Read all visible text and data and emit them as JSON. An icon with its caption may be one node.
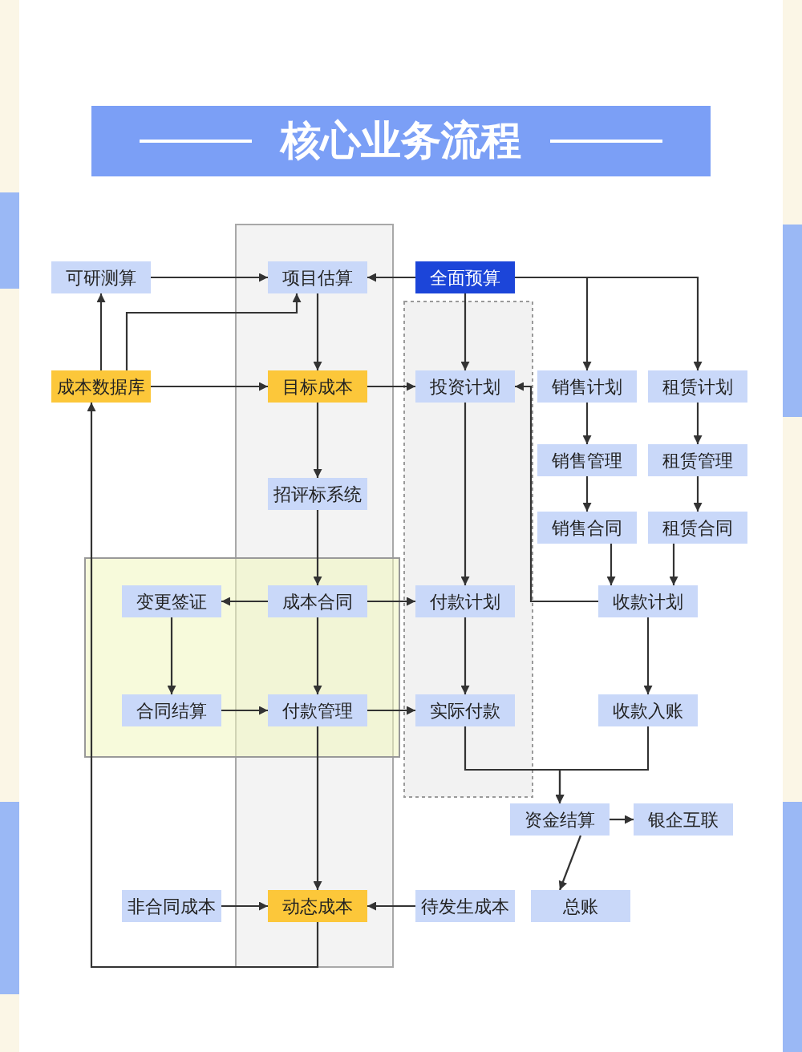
{
  "diagram": {
    "title": "核心业务流程",
    "nodes": [
      {
        "text": [
          "可研测算"
        ]
      },
      {
        "text": [
          "项目估算"
        ]
      },
      {
        "text": [
          "全面预算"
        ]
      },
      {
        "text": [
          "成本数据库"
        ]
      },
      {
        "text": [
          "目标成本"
        ]
      },
      {
        "text": [
          "投资计划"
        ]
      },
      {
        "text": [
          "销售计划"
        ]
      },
      {
        "text": [
          "租赁计划"
        ]
      },
      {
        "text": [
          "销售管理"
        ]
      },
      {
        "text": [
          "租赁管理"
        ]
      },
      {
        "text": [
          "招评标系统"
        ]
      },
      {
        "text": [
          "销售合同"
        ]
      },
      {
        "text": [
          "租赁合同"
        ]
      },
      {
        "text": [
          "变更签证"
        ]
      },
      {
        "text": [
          "成本合同"
        ]
      },
      {
        "text": [
          "付款计划"
        ]
      },
      {
        "text": [
          "收款计划"
        ]
      },
      {
        "text": [
          "合同结算"
        ]
      },
      {
        "text": [
          "付款管理"
        ]
      },
      {
        "text": [
          "实际付款"
        ]
      },
      {
        "text": [
          "收款入账"
        ]
      },
      {
        "text": [
          "资金结算"
        ]
      },
      {
        "text": [
          "银企互联"
        ]
      },
      {
        "text": [
          "非合同成本"
        ]
      },
      {
        "text": [
          "动态成本"
        ]
      },
      {
        "text": [
          "待发生成本"
        ]
      },
      {
        "text": [
          "总账"
        ]
      }
    ],
    "edges": [
      {
        "from": 0,
        "to": 1,
        "arrow": "to"
      },
      {
        "from": 2,
        "to": 1,
        "arrow": "to"
      },
      {
        "from": 2,
        "to": 5,
        "arrow": "to"
      },
      {
        "from": 2,
        "to": 6,
        "arrow": "to"
      },
      {
        "from": 2,
        "to": 7,
        "arrow": "to"
      },
      {
        "from": 3,
        "to": 0,
        "arrow": "to"
      },
      {
        "from": 3,
        "to": 1,
        "arrow": "to"
      },
      {
        "from": 3,
        "to": 4,
        "arrow": "to"
      },
      {
        "from": 1,
        "to": 4,
        "arrow": "to"
      },
      {
        "from": 4,
        "to": 5,
        "arrow": "to"
      },
      {
        "from": 4,
        "to": 10,
        "arrow": "to"
      },
      {
        "from": 6,
        "to": 8,
        "arrow": "to"
      },
      {
        "from": 7,
        "to": 9,
        "arrow": "to"
      },
      {
        "from": 8,
        "to": 11,
        "arrow": "to"
      },
      {
        "from": 9,
        "to": 12,
        "arrow": "to"
      },
      {
        "from": 11,
        "to": 16,
        "arrow": "to"
      },
      {
        "from": 12,
        "to": 16,
        "arrow": "to"
      },
      {
        "from": 16,
        "to": 5,
        "arrow": "to"
      },
      {
        "from": 10,
        "to": 14,
        "arrow": "to"
      },
      {
        "from": 14,
        "to": 13,
        "arrow": "to"
      },
      {
        "from": 14,
        "to": 15,
        "arrow": "to"
      },
      {
        "from": 14,
        "to": 18,
        "arrow": "to"
      },
      {
        "from": 5,
        "to": 15,
        "arrow": "to"
      },
      {
        "from": 13,
        "to": 17,
        "arrow": "to"
      },
      {
        "from": 17,
        "to": 18,
        "arrow": "to"
      },
      {
        "from": 18,
        "to": 19,
        "arrow": "to"
      },
      {
        "from": 15,
        "to": 19,
        "arrow": "to"
      },
      {
        "from": 16,
        "to": 20,
        "arrow": "to"
      },
      {
        "from": 19,
        "to": 21,
        "arrow": "to"
      },
      {
        "from": 20,
        "to": 21,
        "arrow": "to"
      },
      {
        "from": 21,
        "to": 22,
        "arrow": "to"
      },
      {
        "from": 21,
        "to": 26,
        "arrow": "to"
      },
      {
        "from": 23,
        "to": 24,
        "arrow": "to"
      },
      {
        "from": 25,
        "to": 24,
        "arrow": "to"
      },
      {
        "from": 18,
        "to": 24,
        "arrow": "to"
      },
      {
        "from": 24,
        "to": 3,
        "arrow": "to"
      }
    ]
  }
}
